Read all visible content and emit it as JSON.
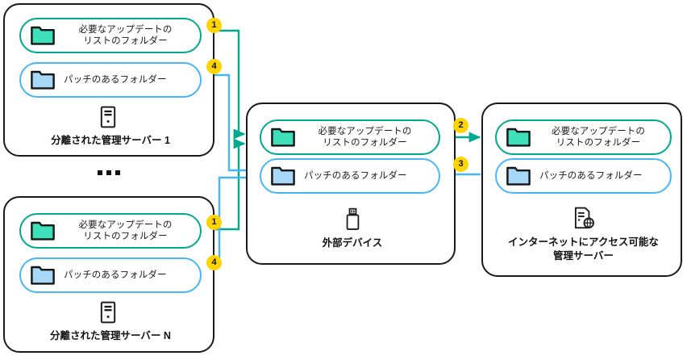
{
  "diagram": {
    "title": "Distribution of updates and patches via external device",
    "colors": {
      "teal_border": "#00a98f",
      "teal_fill": "#3de0b8",
      "blue_border": "#45b6f7",
      "blue_fill": "#a8d8f8",
      "box_border": "#1a1a1a",
      "badge_bg": "#ffd400",
      "text": "#111111"
    },
    "labels": {
      "updates_folder": "必要なアップデートの\nリストのフォルダー",
      "patches_folder": "パッチのあるフォルダー"
    },
    "groups": [
      {
        "id": "isolated-server-1",
        "caption": "分離された管理サーバー 1",
        "icon": "server-tower-icon",
        "rows": [
          {
            "kind": "teal",
            "label": "必要なアップデートの\nリストのフォルダー",
            "icon": "folder-teal-icon"
          },
          {
            "kind": "blue",
            "label": "パッチのあるフォルダー",
            "icon": "folder-blue-icon"
          }
        ]
      },
      {
        "id": "isolated-server-n",
        "caption": "分離された管理サーバー N",
        "icon": "server-tower-icon",
        "rows": [
          {
            "kind": "teal",
            "label": "必要なアップデートの\nリストのフォルダー",
            "icon": "folder-teal-icon"
          },
          {
            "kind": "blue",
            "label": "パッチのあるフォルダー",
            "icon": "folder-blue-icon"
          }
        ]
      },
      {
        "id": "external-device",
        "caption": "外部デバイス",
        "icon": "usb-drive-icon",
        "rows": [
          {
            "kind": "teal",
            "label": "必要なアップデートの\nリストのフォルダー",
            "icon": "folder-teal-icon"
          },
          {
            "kind": "blue",
            "label": "パッチのあるフォルダー",
            "icon": "folder-blue-icon"
          }
        ]
      },
      {
        "id": "internet-server",
        "caption": "インターネットにアクセス可能な\n管理サーバー",
        "icon": "server-globe-icon",
        "rows": [
          {
            "kind": "teal",
            "label": "必要なアップデートの\nリストのフォルダー",
            "icon": "folder-teal-icon"
          },
          {
            "kind": "blue",
            "label": "パッチのあるフォルダー",
            "icon": "folder-blue-icon"
          }
        ]
      }
    ],
    "ellipsis": "•••",
    "steps": [
      {
        "number": "1",
        "from": "isolated-server-1.updates",
        "to": "external-device.updates",
        "color": "#00a98f"
      },
      {
        "number": "2",
        "from": "external-device.updates",
        "to": "internet-server.updates",
        "color": "#00a98f"
      },
      {
        "number": "3",
        "from": "internet-server.patches",
        "to": "external-device.patches",
        "color": "#45b6f7"
      },
      {
        "number": "4",
        "from": "external-device.patches",
        "to": "isolated-server-1.patches",
        "color": "#45b6f7"
      },
      {
        "number": "1",
        "from": "isolated-server-n.updates",
        "to": "external-device.updates",
        "color": "#00a98f"
      },
      {
        "number": "4",
        "from": "external-device.patches",
        "to": "isolated-server-n.patches",
        "color": "#45b6f7"
      }
    ]
  }
}
